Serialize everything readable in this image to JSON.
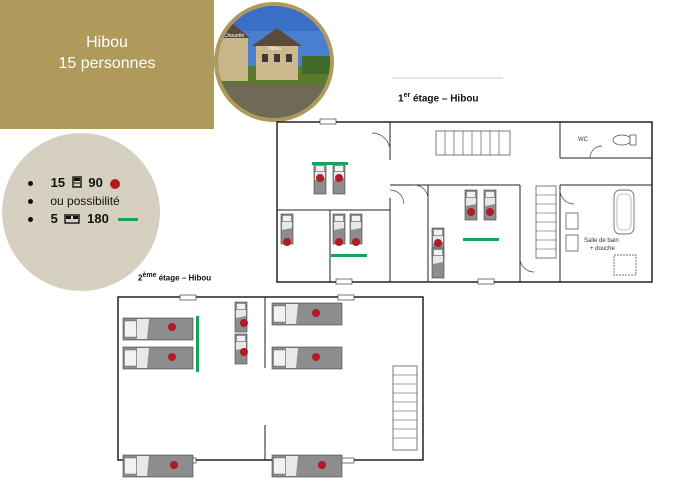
{
  "house": {
    "name": "Hibou",
    "capacity": "15 personnes"
  },
  "photo": {
    "label_left": "Chouette",
    "label_right": "Hibou"
  },
  "beds": {
    "single_count": "15",
    "single_size": "90",
    "or_text": "ou possibilité",
    "double_count": "5",
    "double_size": "180"
  },
  "floors": {
    "first_label_num": "1",
    "first_label_sup": "er",
    "first_label_rest": " étage – Hibou",
    "second_label_num": "2",
    "second_label_sup": "ème",
    "second_label_rest": " étage – Hibou"
  },
  "rooms": {
    "wc": "WC",
    "bath_line1": "Salle de bain",
    "bath_line2": "+ douche"
  },
  "colors": {
    "brand": "#b09a5b",
    "info_bg": "#d6d0c0",
    "red_marker": "#b01c25",
    "green_marker": "#1aa15a"
  }
}
